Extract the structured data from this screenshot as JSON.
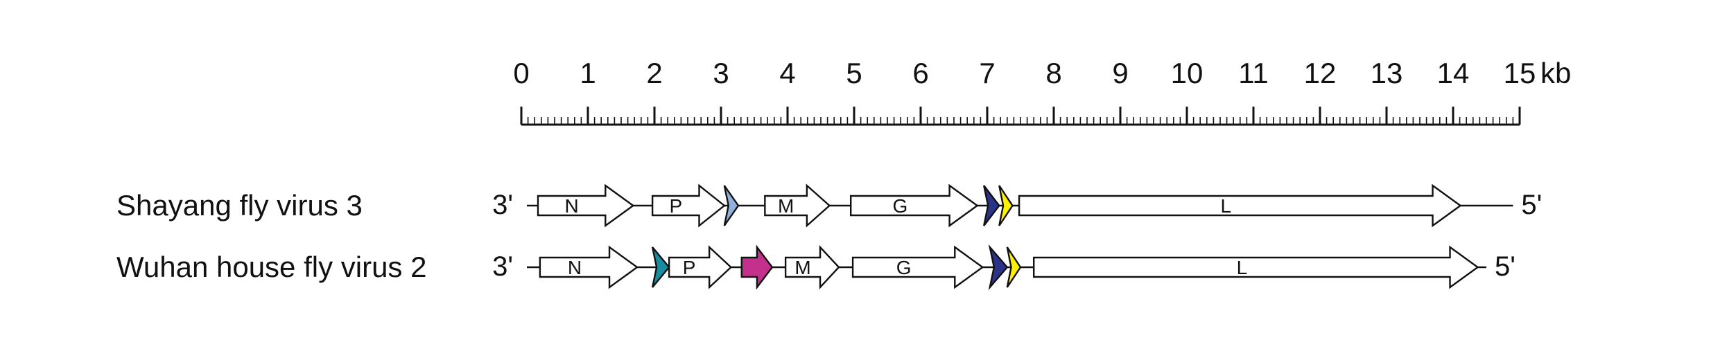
{
  "scale": {
    "ticks": [
      "0",
      "1",
      "2",
      "3",
      "4",
      "5",
      "6",
      "7",
      "8",
      "9",
      "10",
      "11",
      "12",
      "13",
      "14",
      "15"
    ],
    "unit": "kb",
    "max_kb": 15,
    "minor_per_major": 10
  },
  "colors": {
    "outline": "#111111",
    "gene_fill": "#ffffff",
    "light_blue": "#8fb1dc",
    "navy": "#2a3388",
    "yellow": "#fff200",
    "teal": "#1a8ca0",
    "magenta": "#c4318c"
  },
  "genomes": [
    {
      "name": "Shayang fly virus 3",
      "end_3": "3'",
      "end_5": "5'",
      "length_kb": 14.9,
      "genes": [
        {
          "label": "N",
          "start": 0.25,
          "end": 1.68,
          "color": "gene_fill"
        },
        {
          "label": "P",
          "start": 1.97,
          "end": 3.05,
          "color": "gene_fill"
        },
        {
          "label": "",
          "start": 3.05,
          "end": 3.26,
          "color": "light_blue"
        },
        {
          "label": "M",
          "start": 3.66,
          "end": 4.63,
          "color": "gene_fill"
        },
        {
          "label": "G",
          "start": 4.95,
          "end": 6.85,
          "color": "gene_fill"
        },
        {
          "label": "",
          "start": 6.95,
          "end": 7.18,
          "color": "navy"
        },
        {
          "label": "",
          "start": 7.18,
          "end": 7.38,
          "color": "yellow"
        },
        {
          "label": "L",
          "start": 7.48,
          "end": 14.11,
          "color": "gene_fill"
        }
      ]
    },
    {
      "name": "Wuhan house fly virus 2",
      "end_3": "3'",
      "end_5": "5'",
      "length_kb": 14.5,
      "genes": [
        {
          "label": "N",
          "start": 0.28,
          "end": 1.74,
          "color": "gene_fill"
        },
        {
          "label": "",
          "start": 1.97,
          "end": 2.22,
          "color": "teal"
        },
        {
          "label": "P",
          "start": 2.22,
          "end": 3.15,
          "color": "gene_fill"
        },
        {
          "label": "",
          "start": 3.31,
          "end": 3.77,
          "color": "magenta"
        },
        {
          "label": "M",
          "start": 3.97,
          "end": 4.77,
          "color": "gene_fill"
        },
        {
          "label": "G",
          "start": 4.98,
          "end": 6.93,
          "color": "gene_fill"
        },
        {
          "label": "",
          "start": 7.04,
          "end": 7.3,
          "color": "navy"
        },
        {
          "label": "",
          "start": 7.3,
          "end": 7.5,
          "color": "yellow"
        },
        {
          "label": "L",
          "start": 7.7,
          "end": 14.37,
          "color": "gene_fill"
        }
      ]
    }
  ]
}
